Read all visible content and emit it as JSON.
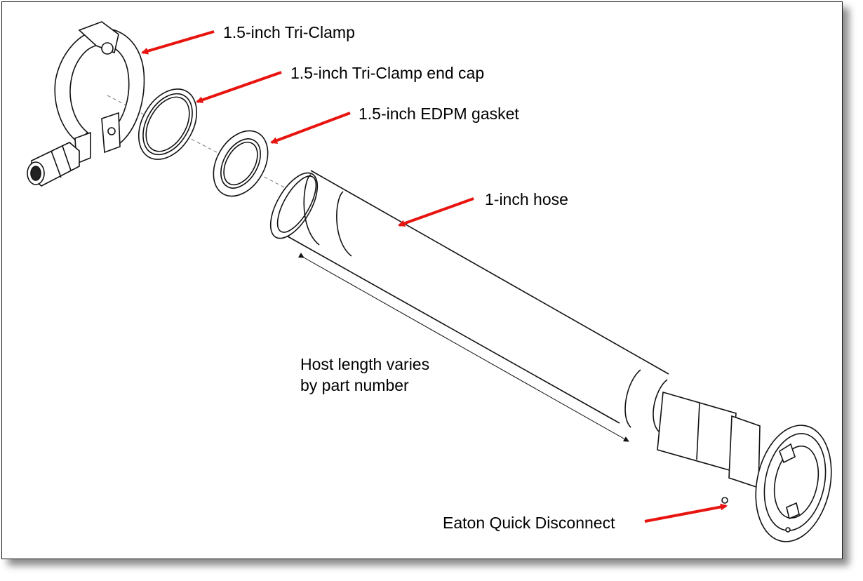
{
  "labels": {
    "tri_clamp": "1.5-inch Tri-Clamp",
    "end_cap": "1.5-inch Tri-Clamp end cap",
    "gasket": "1.5-inch EDPM gasket",
    "hose": "1-inch hose",
    "length_note_line1": "Host length varies",
    "length_note_line2": "by part number",
    "quick_disconnect": "Eaton Quick Disconnect"
  },
  "colors": {
    "arrow": "#e8140f",
    "line": "#111111",
    "frame_border": "#1a1a1a"
  }
}
